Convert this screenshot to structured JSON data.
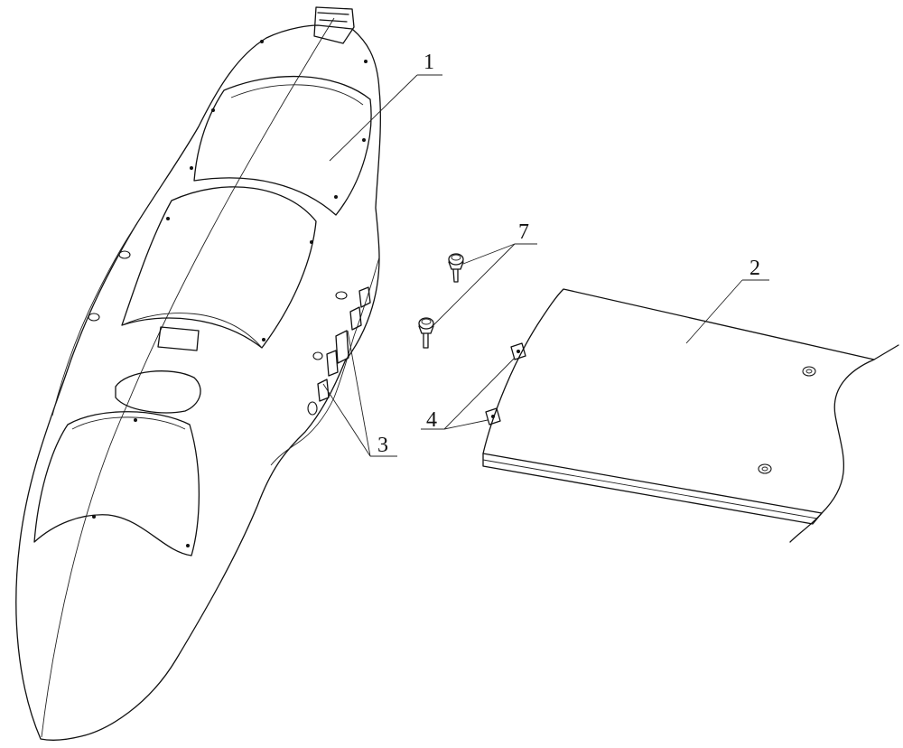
{
  "callouts": {
    "c1": "1",
    "c2": "2",
    "c3": "3",
    "c4": "4",
    "c7": "7"
  },
  "colors": {
    "line": "#111111",
    "background": "#ffffff"
  }
}
